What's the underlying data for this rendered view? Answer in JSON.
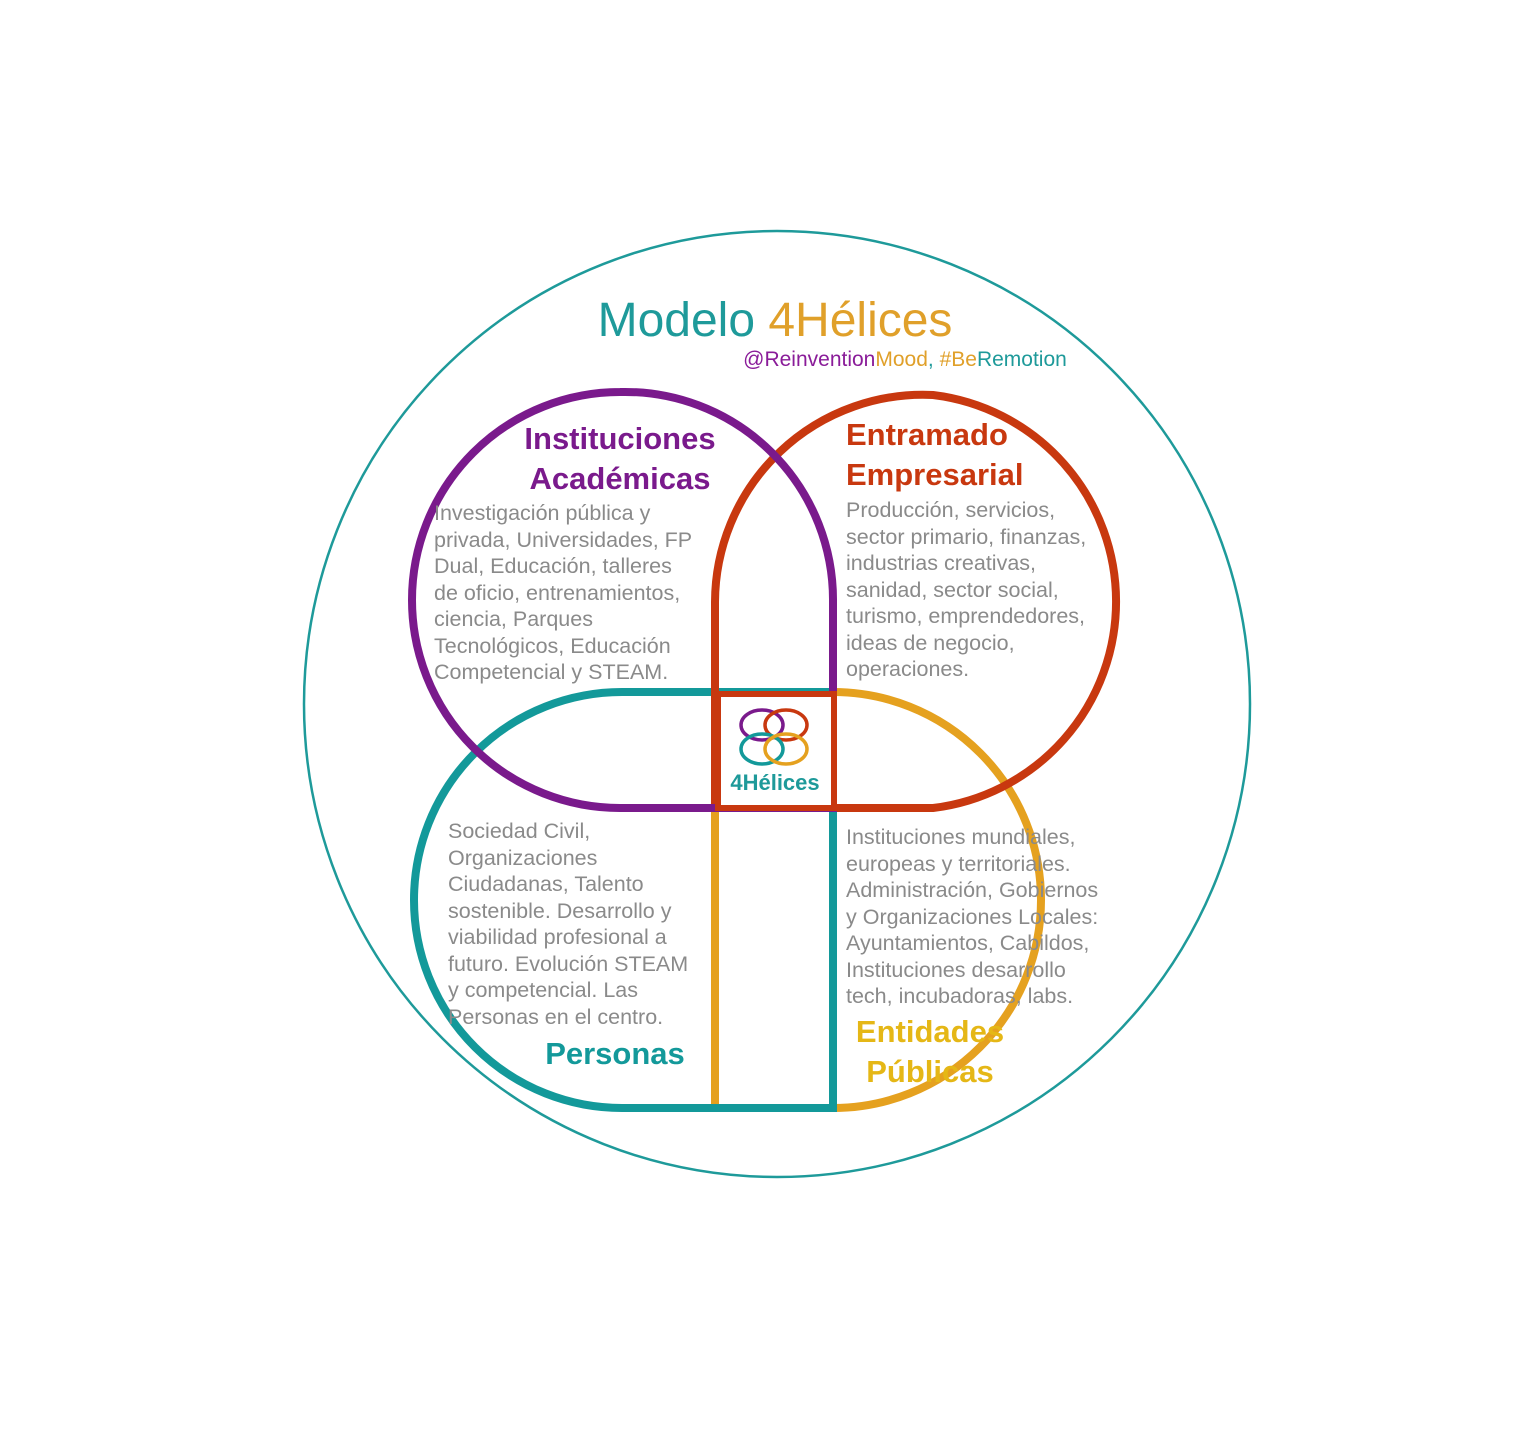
{
  "title": {
    "prefix": "Modelo ",
    "accent": "4Hélices"
  },
  "subtitle": {
    "parts": [
      {
        "text": "@Reinvention",
        "color": "#8a1c99"
      },
      {
        "text": "Mood",
        "color": "#e0a02a"
      },
      {
        "text": ", ",
        "color": "#1e9a9a"
      },
      {
        "text": "#Be",
        "color": "#e0a02a"
      },
      {
        "text": "Remotion",
        "color": "#1e9a9a"
      }
    ]
  },
  "colors": {
    "outer_circle": "#1e9a9a",
    "academicas": "#7a1a8c",
    "empresarial": "#c8380f",
    "personas": "#13999a",
    "publicas": "#e5a11f",
    "body_text": "#8a8a8a"
  },
  "helices": {
    "academicas": {
      "heading": "Instituciones\nAcadémicas",
      "body": "Investigación pública y\nprivada, Universidades, FP\nDual, Educación, talleres\nde oficio, entrenamientos,\nciencia, Parques\nTecnológicos, Educación\nCompetencial y STEAM."
    },
    "empresarial": {
      "heading": "Entramado\nEmpresarial",
      "body": "Producción, servicios,\nsector primario, finanzas,\nindustrias creativas,\nsanidad, sector social,\nturismo, emprendedores,\nideas de negocio,\noperaciones."
    },
    "personas": {
      "heading": "Personas",
      "body": "Sociedad Civil,\nOrganizaciones\nCiudadanas, Talento\nsostenible. Desarrollo y\nviabilidad profesional a\nfuturo. Evolución STEAM\ny competencial. Las\nPersonas en el centro."
    },
    "publicas": {
      "heading": "Entidades\nPúblicas",
      "body": "Instituciones mundiales,\neuropeas y territoriales.\nAdministración, Gobiernos\ny Organizaciones Locales:\nAyuntamientos, Cabildos,\nInstituciones desarrollo\ntech, incubadoras, labs."
    }
  },
  "center_logo": {
    "text": "4Hélices",
    "icon": "four-rings-logo-icon"
  }
}
